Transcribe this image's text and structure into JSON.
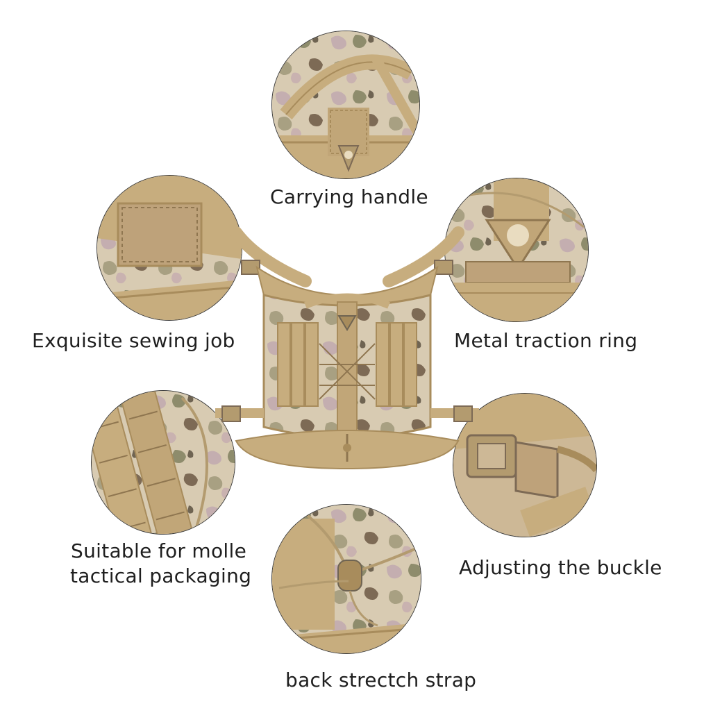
{
  "features": {
    "carrying_handle": "Carrying handle",
    "metal_traction_ring": "Metal traction ring",
    "exquisite_sewing": "Exquisite sewing job",
    "molle_line1": "Suitable for molle",
    "molle_line2": "tactical packaging",
    "adjusting_buckle": "Adjusting the buckle",
    "back_strap": "back strectch strap"
  },
  "colors": {
    "tan": "#c7ad7e",
    "tan_dark": "#a88c5c",
    "camo_light": "#d9ccb3",
    "camo_pink": "#c9b2b0",
    "camo_green": "#8f8f6f",
    "camo_brown": "#7d6a55",
    "outline": "#3a3a3a"
  }
}
